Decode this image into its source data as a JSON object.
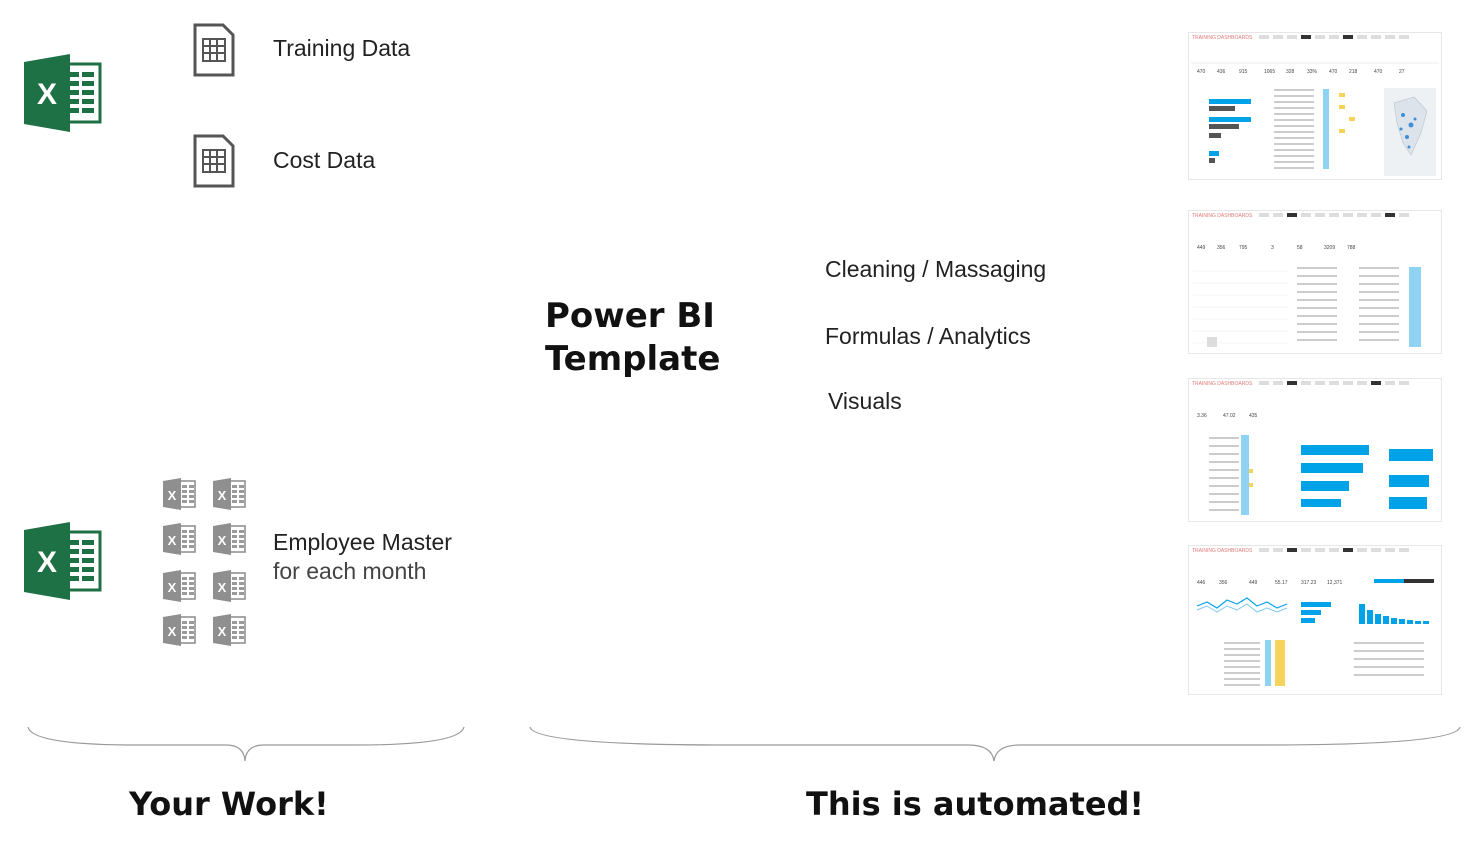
{
  "left": {
    "excel_icon_top": "excel-icon",
    "sources": [
      {
        "icon": "spreadsheet-doc-icon",
        "label": "Training Data"
      },
      {
        "icon": "spreadsheet-doc-icon",
        "label": "Cost Data"
      }
    ],
    "excel_icon_bottom": "excel-icon",
    "employee_master": {
      "icon": "small-excel-file-icon",
      "line1": "Employee Master",
      "line2": "for each month"
    }
  },
  "center": {
    "title_line1": "Power BI",
    "title_line2": "Template",
    "steps": [
      "Cleaning / Massaging",
      "Formulas / Analytics",
      "Visuals"
    ]
  },
  "right": {
    "dashboards_title": "TRAINING DASHBOARDS",
    "accent_color": "#00a2e8",
    "header_color": "#e07a7a"
  },
  "footer": {
    "left": "Your Work!",
    "right": "This is automated!"
  }
}
